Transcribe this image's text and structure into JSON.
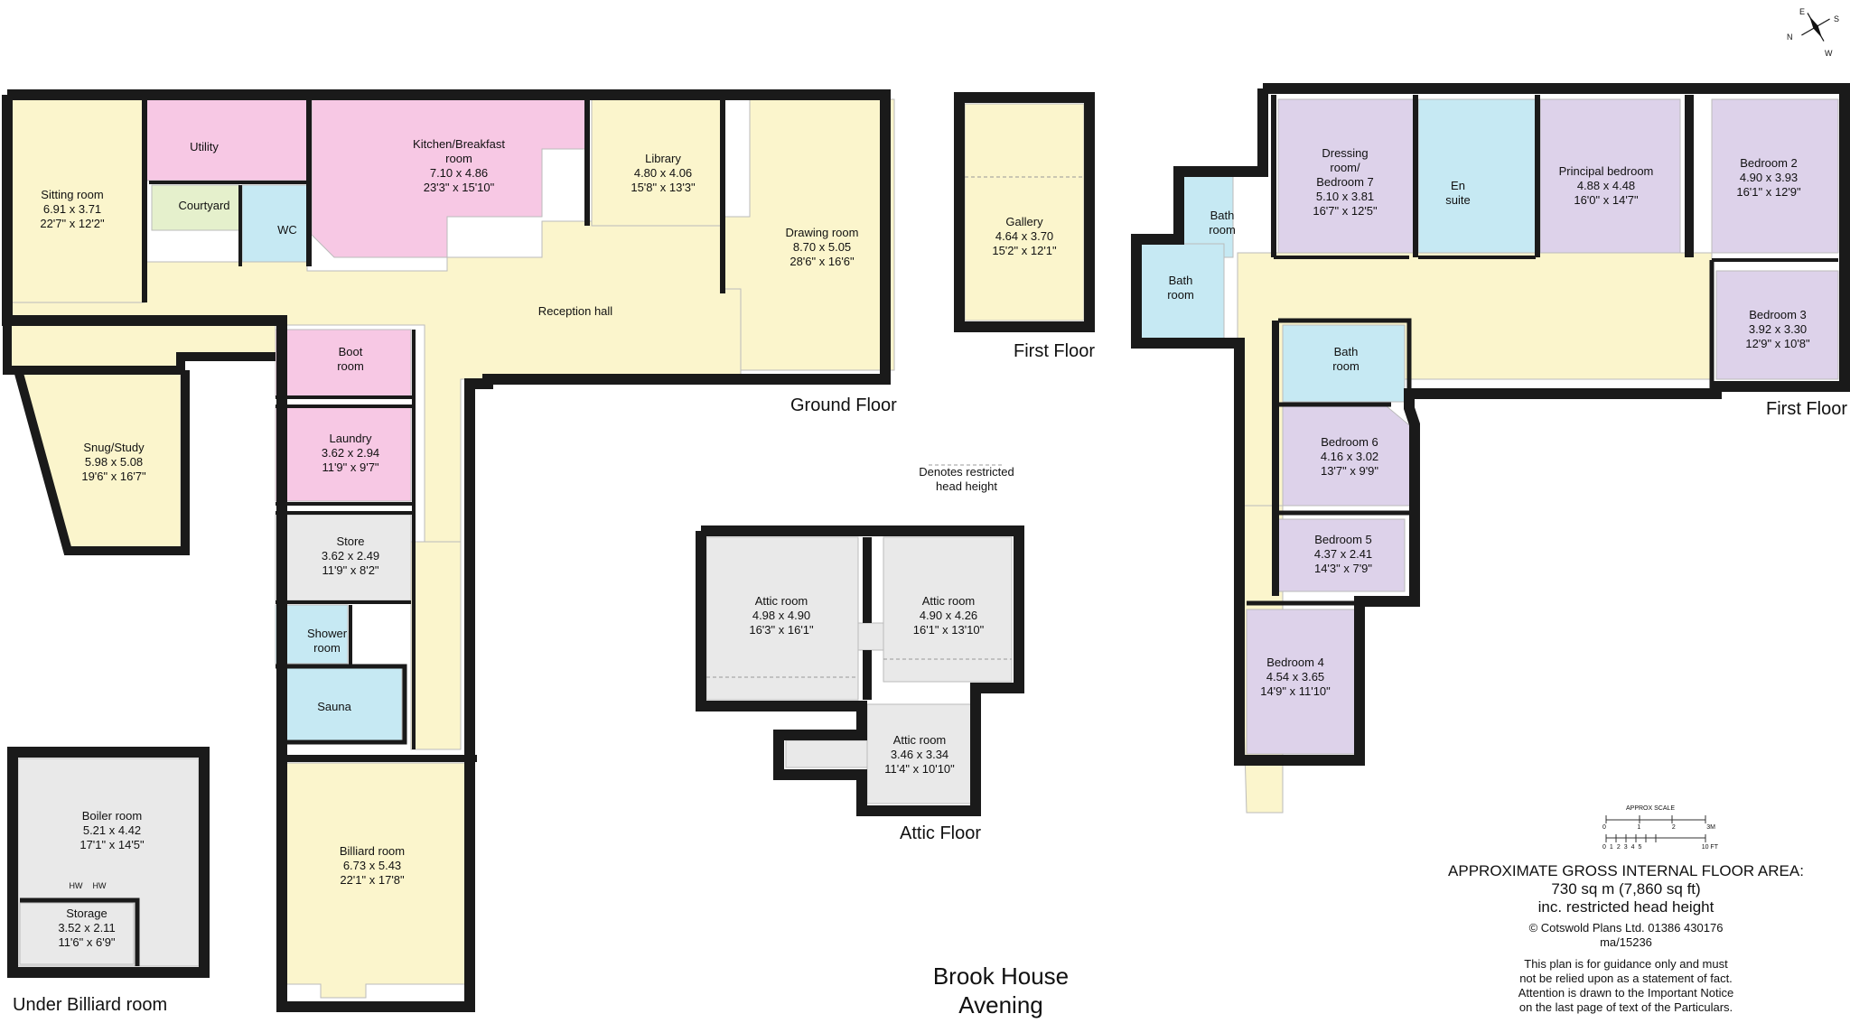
{
  "floor_labels": {
    "ground": "Ground Floor",
    "first_left": "First Floor",
    "first_right": "First Floor",
    "attic": "Attic Floor",
    "under": "Under Billiard room"
  },
  "rooms": {
    "sitting_room": {
      "name": "Sitting room",
      "metric": "6.91 x 3.71",
      "imperial": "22'7\" x 12'2\""
    },
    "utility": {
      "name": "Utility"
    },
    "courtyard": {
      "name": "Courtyard"
    },
    "wc": {
      "name": "WC"
    },
    "kitchen": {
      "name": "Kitchen/Breakfast",
      "name2": "room",
      "metric": "7.10 x 4.86",
      "imperial": "23'3\" x 15'10\""
    },
    "library": {
      "name": "Library",
      "metric": "4.80 x 4.06",
      "imperial": "15'8\" x 13'3\""
    },
    "drawing_room": {
      "name": "Drawing room",
      "metric": "8.70 x 5.05",
      "imperial": "28'6\" x 16'6\""
    },
    "reception_hall": {
      "name": "Reception hall"
    },
    "snug": {
      "name": "Snug/Study",
      "metric": "5.98 x 5.08",
      "imperial": "19'6\" x 16'7\""
    },
    "boot_room": {
      "name": "Boot",
      "name2": "room"
    },
    "laundry": {
      "name": "Laundry",
      "metric": "3.62 x 2.94",
      "imperial": "11'9\" x 9'7\""
    },
    "store": {
      "name": "Store",
      "metric": "3.62 x 2.49",
      "imperial": "11'9\" x 8'2\""
    },
    "shower_room": {
      "name": "Shower",
      "name2": "room"
    },
    "sauna": {
      "name": "Sauna"
    },
    "billiard_room": {
      "name": "Billiard room",
      "metric": "6.73 x 5.43",
      "imperial": "22'1\" x 17'8\""
    },
    "gallery": {
      "name": "Gallery",
      "metric": "4.64 x 3.70",
      "imperial": "15'2\" x 12'1\""
    },
    "attic_room_1": {
      "name": "Attic room",
      "metric": "4.98 x 4.90",
      "imperial": "16'3\" x 16'1\""
    },
    "attic_room_2": {
      "name": "Attic room",
      "metric": "4.90 x 4.26",
      "imperial": "16'1\" x 13'10\""
    },
    "attic_room_3": {
      "name": "Attic room",
      "metric": "3.46 x 3.34",
      "imperial": "11'4\" x 10'10\""
    },
    "boiler_room": {
      "name": "Boiler room",
      "metric": "5.21 x 4.42",
      "imperial": "17'1\" x 14'5\""
    },
    "storage": {
      "name": "Storage",
      "metric": "3.52 x 2.11",
      "imperial": "11'6\" x 6'9\""
    },
    "bath_a": {
      "name": "Bath",
      "name2": "room"
    },
    "bath_b": {
      "name": "Bath",
      "name2": "room"
    },
    "bath_c": {
      "name": "Bath",
      "name2": "room"
    },
    "dressing": {
      "name": "Dressing",
      "name2": "room/",
      "name3": "Bedroom 7",
      "metric": "5.10 x 3.81",
      "imperial": "16'7\" x 12'5\""
    },
    "en_suite": {
      "name": "En",
      "name2": "suite"
    },
    "principal": {
      "name": "Principal bedroom",
      "metric": "4.88 x 4.48",
      "imperial": "16'0\" x 14'7\""
    },
    "bedroom2": {
      "name": "Bedroom 2",
      "metric": "4.90 x 3.93",
      "imperial": "16'1\" x 12'9\""
    },
    "bedroom3": {
      "name": "Bedroom 3",
      "metric": "3.92 x 3.30",
      "imperial": "12'9\" x 10'8\""
    },
    "bedroom6": {
      "name": "Bedroom 6",
      "metric": "4.16 x 3.02",
      "imperial": "13'7\" x 9'9\""
    },
    "bedroom5": {
      "name": "Bedroom 5",
      "metric": "4.37 x 2.41",
      "imperial": "14'3\" x 7'9\""
    },
    "bedroom4": {
      "name": "Bedroom 4",
      "metric": "4.54 x 3.65",
      "imperial": "14'9\" x 11'10\""
    }
  },
  "hw_label": "HW",
  "legend": {
    "line1": "Denotes restricted",
    "line2": "head height"
  },
  "title": {
    "line1": "Brook House",
    "line2": "Avening"
  },
  "scale": {
    "label": "APPROX SCALE",
    "m_ticks": [
      "0",
      "1",
      "2",
      "3M"
    ],
    "ft_ticks": [
      "0",
      "1",
      "2",
      "3",
      "4",
      "5",
      "10 FT"
    ]
  },
  "area": {
    "line1": "APPROXIMATE GROSS INTERNAL FLOOR AREA:",
    "line2": "730 sq m (7,860 sq ft)",
    "line3": "inc. restricted head height"
  },
  "copyright": {
    "symbol": "©",
    "text": "Cotswold Plans Ltd. 01386 430176",
    "ref": "ma/15236"
  },
  "notice": {
    "line1": "This plan is for guidance only and must",
    "line2": "not be relied upon as a statement of fact.",
    "line3": "Attention is drawn to the Important Notice",
    "line4": "on the last page of text of the Particulars."
  },
  "compass": {
    "n": "N",
    "e": "E",
    "s": "S",
    "w": "W"
  },
  "colors": {
    "hall": "#fbf5cc",
    "kitchen": "#f7c8e4",
    "bath": "#c6e9f3",
    "bedroom": "#ddd2ea",
    "attic": "#e9e9e9",
    "courtyard": "#e5f0cc",
    "wall": "#1a1a1a"
  }
}
